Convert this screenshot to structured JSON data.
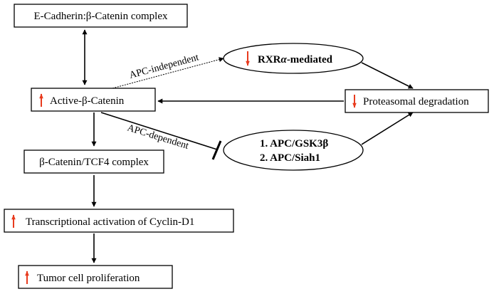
{
  "nodes": {
    "ecadherin": "E-Cadherin:β-Catenin complex",
    "active": "Active-β-Catenin",
    "tcf4": "β-Catenin/TCF4 complex",
    "cyclin": "Transcriptional activation of Cyclin-D1",
    "proliferation": "Tumor cell proliferation",
    "proteasomal": "Proteasomal degradation",
    "rxr_prefix": "RXR",
    "rxr_alpha": "α",
    "rxr_suffix": "-mediated",
    "apc_line1": "1. APC/GSK3β",
    "apc_line2": "2. APC/Siah1"
  },
  "edge_labels": {
    "apc_independent": "APC-independent",
    "apc_dependent": "APC-dependent"
  },
  "colors": {
    "arrow_up": "#e83b1e",
    "arrow_down": "#e83b1e",
    "stroke": "#000000"
  }
}
